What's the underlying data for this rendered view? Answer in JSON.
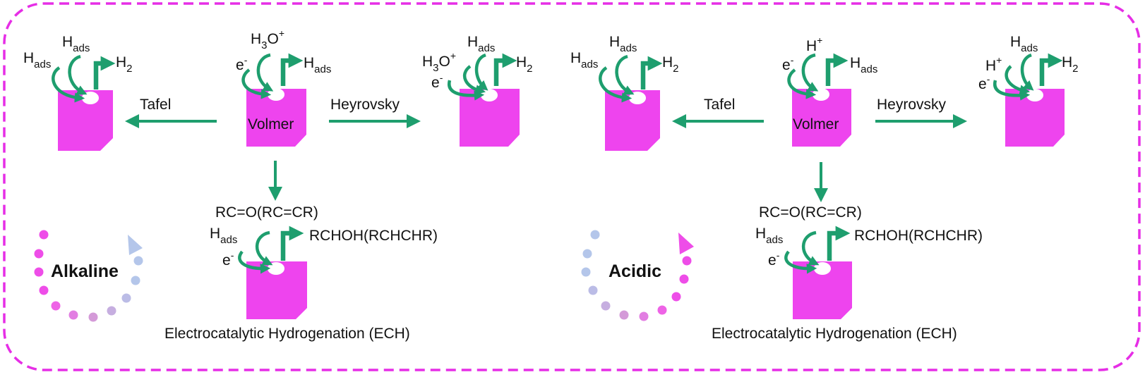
{
  "colors": {
    "border": "#e62ee6",
    "catalyst": "#ee44ee",
    "arrow": "#1e9e6e",
    "divider_top": "#ee88ee",
    "divider_bottom": "#aac8e6",
    "dot_pink": "#ee4de8",
    "dot_blue": "#b4c6ea"
  },
  "panels": [
    {
      "id": "alkaline",
      "condition_label": "Alkaline",
      "volmer": {
        "proton_source": "H",
        "proton_sub": "3",
        "proton_tail": "O",
        "proton_charge": "+",
        "electron": "e",
        "electron_charge": "-",
        "product": "H",
        "product_sub": "ads",
        "label": "Volmer"
      },
      "tafel": {
        "label": "Tafel",
        "reactant_left": "H",
        "reactant_left_sub": "ads",
        "reactant_top": "H",
        "reactant_top_sub": "ads",
        "product": "H",
        "product_sub": "2"
      },
      "heyrovsky": {
        "label": "Heyrovsky",
        "proton_source": "H",
        "proton_sub": "3",
        "proton_tail": "O",
        "proton_charge": "+",
        "electron": "e",
        "electron_charge": "-",
        "reactant_top": "H",
        "reactant_top_sub": "ads",
        "product": "H",
        "product_sub": "2"
      },
      "ech": {
        "substrate": "RC=O(RC=CR)",
        "reactant": "H",
        "reactant_sub": "ads",
        "electron": "e",
        "electron_charge": "-",
        "product": "RCHOH(RCHCHR)",
        "caption": "Electrocatalytic Hydrogenation (ECH)"
      }
    },
    {
      "id": "acidic",
      "condition_label": "Acidic",
      "volmer": {
        "proton_source": "H",
        "proton_sub": "",
        "proton_tail": "",
        "proton_charge": "+",
        "electron": "e",
        "electron_charge": "-",
        "product": "H",
        "product_sub": "ads",
        "label": "Volmer"
      },
      "tafel": {
        "label": "Tafel",
        "reactant_left": "H",
        "reactant_left_sub": "ads",
        "reactant_top": "H",
        "reactant_top_sub": "ads",
        "product": "H",
        "product_sub": "2"
      },
      "heyrovsky": {
        "label": "Heyrovsky",
        "proton_source": "H",
        "proton_sub": "",
        "proton_tail": "",
        "proton_charge": "+",
        "electron": "e",
        "electron_charge": "-",
        "reactant_top": "H",
        "reactant_top_sub": "ads",
        "product": "H",
        "product_sub": "2"
      },
      "ech": {
        "substrate": "RC=O(RC=CR)",
        "reactant": "H",
        "reactant_sub": "ads",
        "electron": "e",
        "electron_charge": "-",
        "product": "RCHOH(RCHCHR)",
        "caption": "Electrocatalytic Hydrogenation (ECH)"
      }
    }
  ]
}
